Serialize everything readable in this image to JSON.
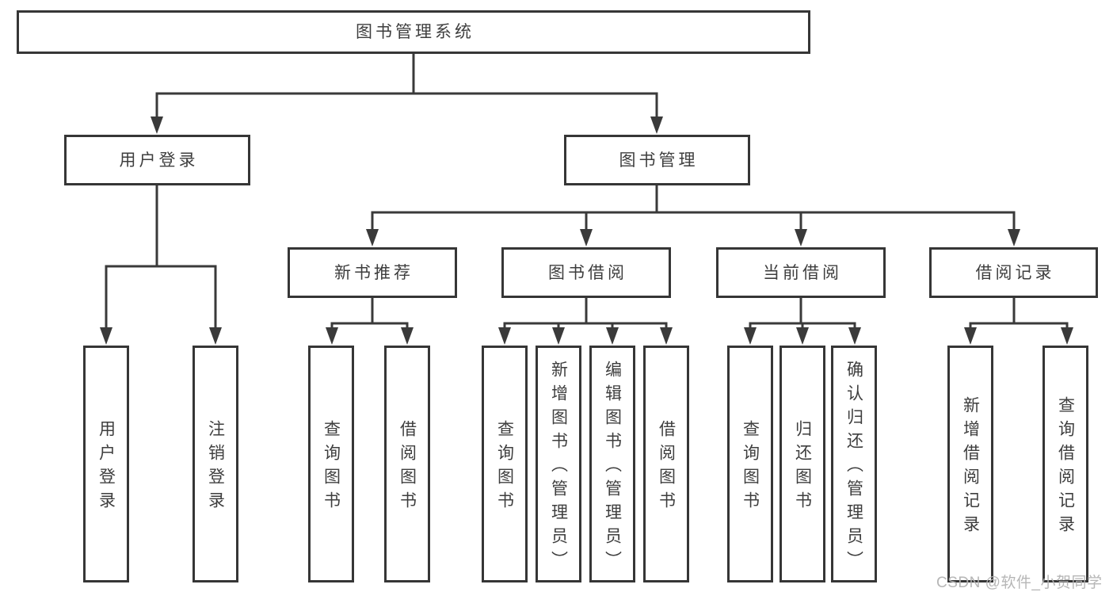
{
  "diagram": {
    "root": {
      "label": "图书管理系统"
    },
    "level2": [
      {
        "label": "用户登录"
      },
      {
        "label": "图书管理"
      }
    ],
    "level3": [
      {
        "label": "新书推荐",
        "parent": "图书管理"
      },
      {
        "label": "图书借阅",
        "parent": "图书管理"
      },
      {
        "label": "当前借阅",
        "parent": "图书管理"
      },
      {
        "label": "借阅记录",
        "parent": "图书管理"
      }
    ],
    "leaves": [
      {
        "label": "用户登录",
        "parent": "用户登录"
      },
      {
        "label": "注销登录",
        "parent": "用户登录"
      },
      {
        "label": "查询图书",
        "parent": "新书推荐"
      },
      {
        "label": "借阅图书",
        "parent": "新书推荐"
      },
      {
        "label": "查询图书",
        "parent": "图书借阅"
      },
      {
        "label": "新增图书（管理员）",
        "parent": "图书借阅"
      },
      {
        "label": "编辑图书（管理员）",
        "parent": "图书借阅"
      },
      {
        "label": "借阅图书",
        "parent": "图书借阅"
      },
      {
        "label": "查询图书",
        "parent": "当前借阅"
      },
      {
        "label": "归还图书",
        "parent": "当前借阅"
      },
      {
        "label": "确认归还（管理员）",
        "parent": "当前借阅"
      },
      {
        "label": "新增借阅记录",
        "parent": "借阅记录"
      },
      {
        "label": "查询借阅记录",
        "parent": "借阅记录"
      }
    ]
  },
  "watermark": {
    "text": "CSDN @软件_小贺同学"
  },
  "colors": {
    "line": "#3a3a3a",
    "box_border": "#363636",
    "text": "#3e3e3e",
    "background": "#ffffff",
    "watermark": "#b2b2b2"
  }
}
